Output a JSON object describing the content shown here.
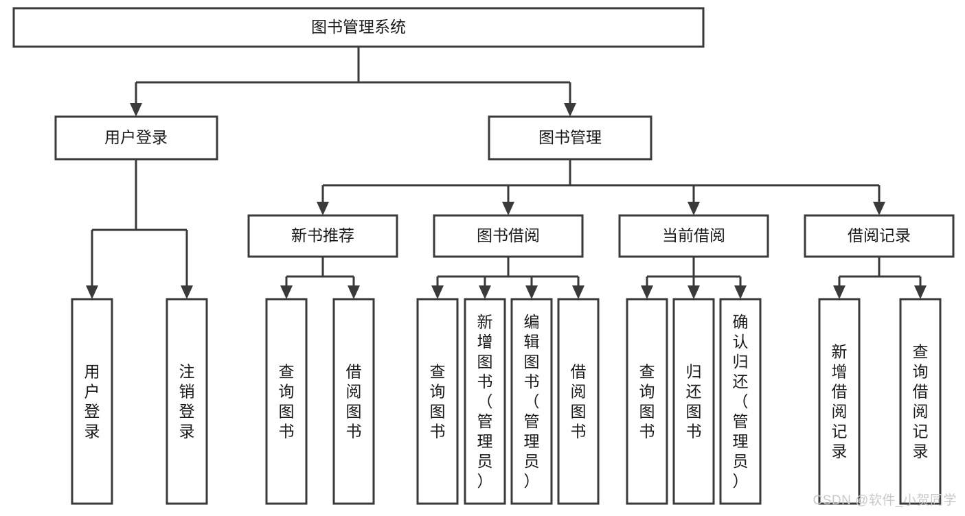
{
  "diagram": {
    "type": "tree",
    "title": "图书管理系统",
    "background_color": "#ffffff",
    "line_color": "#3a3a3a",
    "box_fill": "#ffffff",
    "text_color": "#1a1a1a",
    "root": {
      "label": "图书管理系统",
      "level": 0
    },
    "level1": [
      {
        "label": "用户登录"
      },
      {
        "label": "图书管理"
      }
    ],
    "level2": [
      {
        "label": "新书推荐",
        "parent": "图书管理"
      },
      {
        "label": "图书借阅",
        "parent": "图书管理"
      },
      {
        "label": "当前借阅",
        "parent": "图书管理"
      },
      {
        "label": "借阅记录",
        "parent": "图书管理"
      }
    ],
    "leaves": {
      "user_login": [
        {
          "label": "用户登录"
        },
        {
          "label": "注销登录"
        }
      ],
      "new_book_recommend": [
        {
          "label": "查询图书"
        },
        {
          "label": "借阅图书"
        }
      ],
      "book_borrow": [
        {
          "label": "查询图书"
        },
        {
          "label": "新增图书（管理员）"
        },
        {
          "label": "编辑图书（管理员）"
        },
        {
          "label": "借阅图书"
        }
      ],
      "current_borrow": [
        {
          "label": "查询图书"
        },
        {
          "label": "归还图书"
        },
        {
          "label": "确认归还（管理员）"
        }
      ],
      "borrow_record": [
        {
          "label": "新增借阅记录"
        },
        {
          "label": "查询借阅记录"
        }
      ]
    }
  },
  "watermark": {
    "text": "CSDN @软件_小贺同学",
    "color": "#c9c9c9"
  }
}
